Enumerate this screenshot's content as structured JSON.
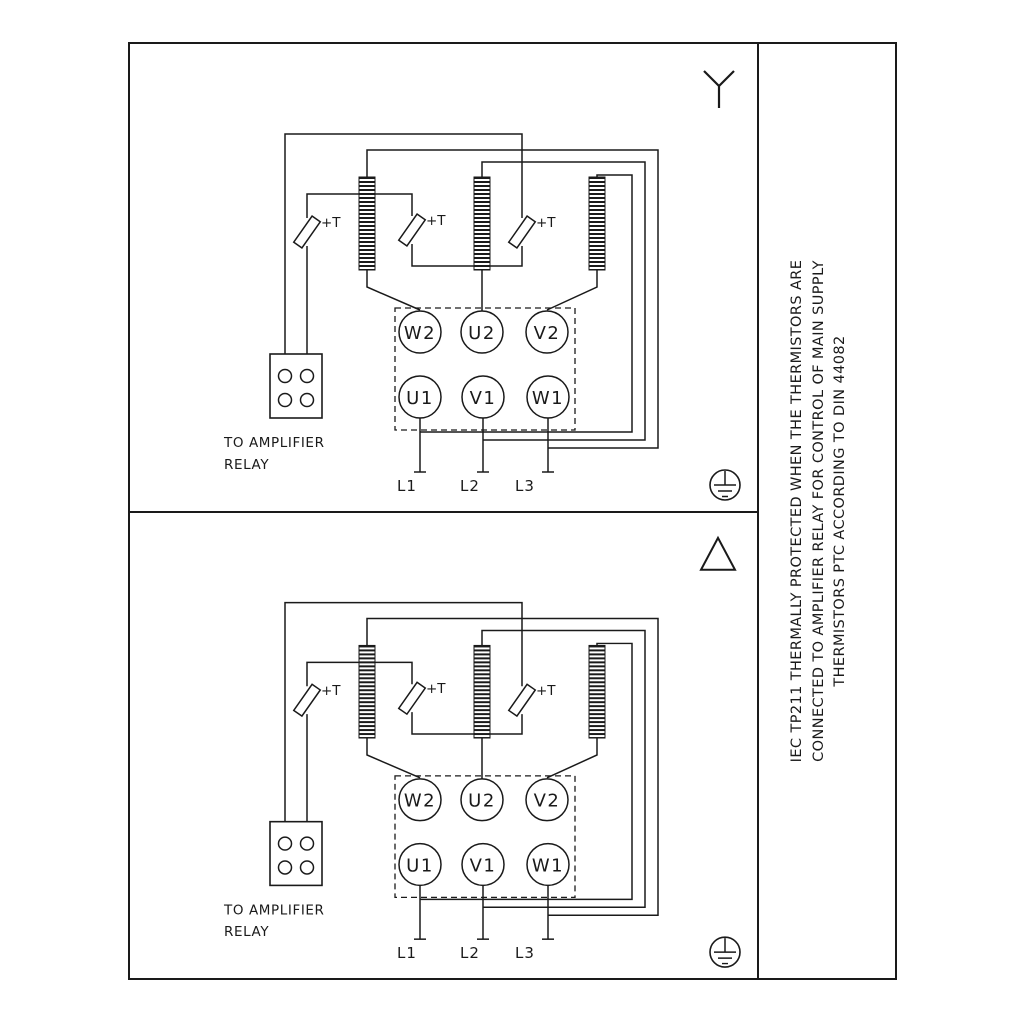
{
  "diagram_labels": {
    "terminals_top": [
      "W2",
      "U2",
      "V2"
    ],
    "terminals_bottom": [
      "U1",
      "V1",
      "W1"
    ],
    "leads": [
      "L1",
      "L2",
      "L3"
    ],
    "thermistor": "+T",
    "relay_line1": "TO AMPLIFIER",
    "relay_line2": "RELAY"
  },
  "panels": [
    {
      "connection": "star"
    },
    {
      "connection": "delta"
    }
  ],
  "side_note": {
    "line1": "IEC TP211 THERMALLY PROTECTED WHEN THE THERMISTORS ARE",
    "line2": "CONNECTED TO AMPLIFIER RELAY FOR CONTROL OF MAIN SUPPLY",
    "line3": "THERMISTORS PTC ACCORDING TO DIN 44082"
  },
  "colors": {
    "line": "#1a1a1a",
    "background": "#ffffff"
  }
}
